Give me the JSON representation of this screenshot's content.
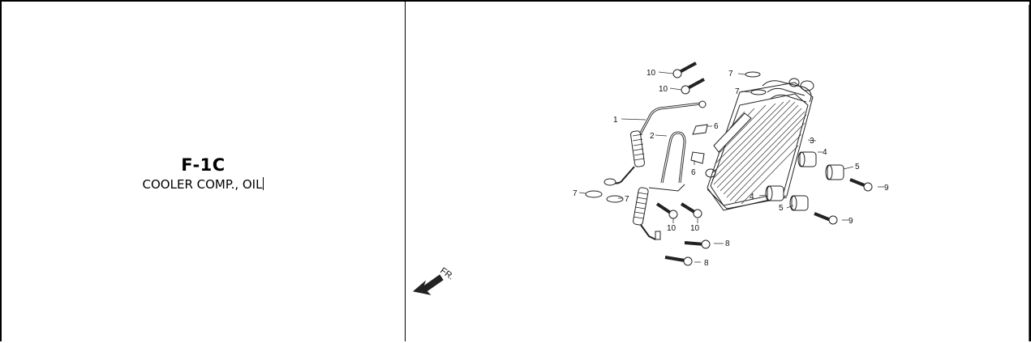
{
  "title_block": {
    "code": "F-1C",
    "name": "COOLER COMP., OIL"
  },
  "diagram": {
    "direction_label": "FR.",
    "callouts": {
      "tube": "1",
      "hose": "2",
      "cooler": "3",
      "collar_a": "4",
      "collar_b": "4",
      "washer_a": "5",
      "washer_b": "5",
      "bracket_top": "6",
      "bracket_bottom": "6",
      "oring_top_a": "7",
      "oring_top_b": "7",
      "oring_left_a": "7",
      "oring_left_b": "7",
      "bolt8_a": "8",
      "bolt8_b": "8",
      "bolt9_a": "9",
      "bolt9_b": "9",
      "bolt10_top_a": "10",
      "bolt10_top_b": "10",
      "bolt10_low_a": "10",
      "bolt10_low_b": "10"
    }
  }
}
